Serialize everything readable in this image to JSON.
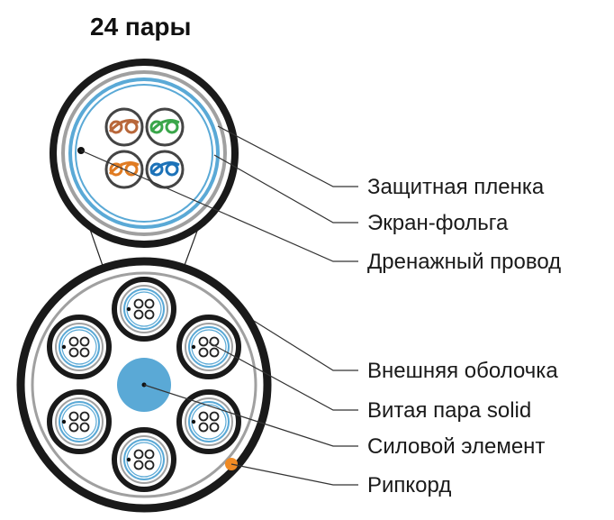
{
  "title": "24 пары",
  "labels": {
    "protective_film": "Защитная пленка",
    "foil_shield": "Экран-фольга",
    "drain_wire": "Дренажный провод",
    "outer_sheath": "Внешняя оболочка",
    "twisted_pair": "Витая пара solid",
    "strength_member": "Силовой элемент",
    "ripcord": "Рипкорд"
  },
  "colors": {
    "jacket": "#1a1a1a",
    "film": "#a0a0a0",
    "foil": "#5aa9d6",
    "strength": "#5aa9d6",
    "ripcord": "#f08a24",
    "pair_orange": "#e07b22",
    "pair_green": "#3aa64a",
    "pair_brown": "#b8673a",
    "pair_blue": "#1c72b8",
    "leader": "#333333"
  }
}
